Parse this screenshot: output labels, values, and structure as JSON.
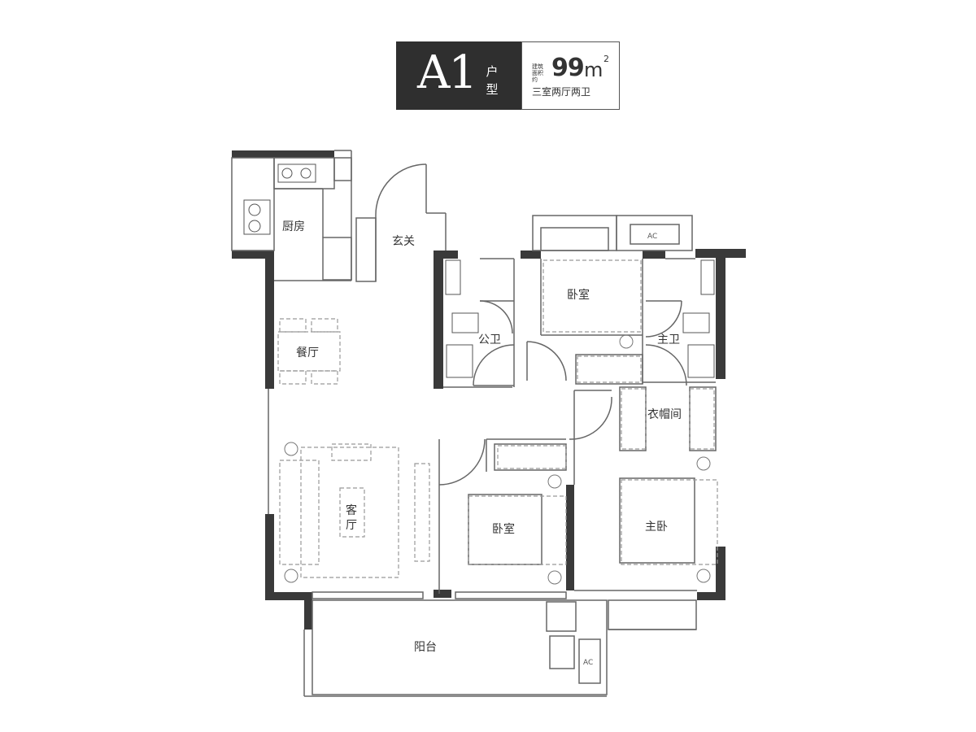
{
  "header": {
    "type_code": "A1",
    "type_suffix": "户型",
    "area_label": "建筑面积约",
    "area_value": "99",
    "area_unit": "m",
    "area_sup": "2",
    "layout_desc": "三室两厅两卫"
  },
  "rooms": {
    "kitchen": "厨房",
    "entrance": "玄关",
    "dining": "餐厅",
    "living": "客厅",
    "public_bath": "公卫",
    "bedroom_north": "卧室",
    "master_bath": "主卫",
    "cloakroom": "衣帽间",
    "bedroom_south": "卧室",
    "master_bedroom": "主卧",
    "balcony": "阳台"
  },
  "fixtures": {
    "ac_top": "AC",
    "ac_balcony": "AC"
  },
  "colors": {
    "wall": "#3a3a3a",
    "line": "#666666",
    "dashed": "#999999",
    "header_bg": "#2f2f2f"
  }
}
